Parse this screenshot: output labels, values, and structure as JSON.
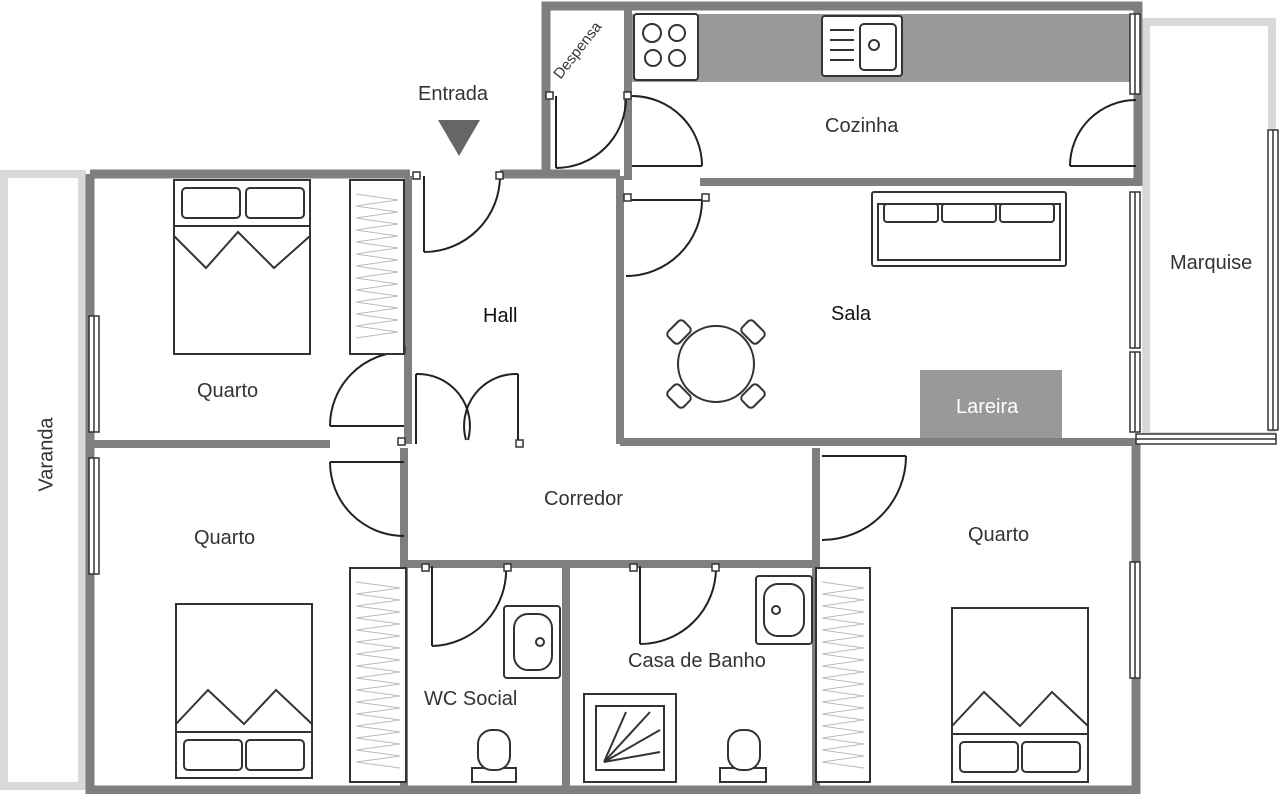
{
  "entrance": {
    "label": "Entrada"
  },
  "rooms": {
    "pantry": "Despensa",
    "kitchen": "Cozinha",
    "enclosed_porch": "Marquise",
    "hall": "Hall",
    "living_room": "Sala",
    "fireplace": "Lareira",
    "balcony": "Varanda",
    "bedroom_top_left": "Quarto",
    "bedroom_bottom_left": "Quarto",
    "bedroom_right": "Quarto",
    "corridor": "Corredor",
    "guest_wc": "WC Social",
    "bathroom": "Casa de Banho"
  },
  "colors": {
    "wall": "#7f7f7f",
    "light_wall": "#d9d9d9",
    "counter": "#999999",
    "fireplace": "#999999",
    "text": "#333333"
  }
}
